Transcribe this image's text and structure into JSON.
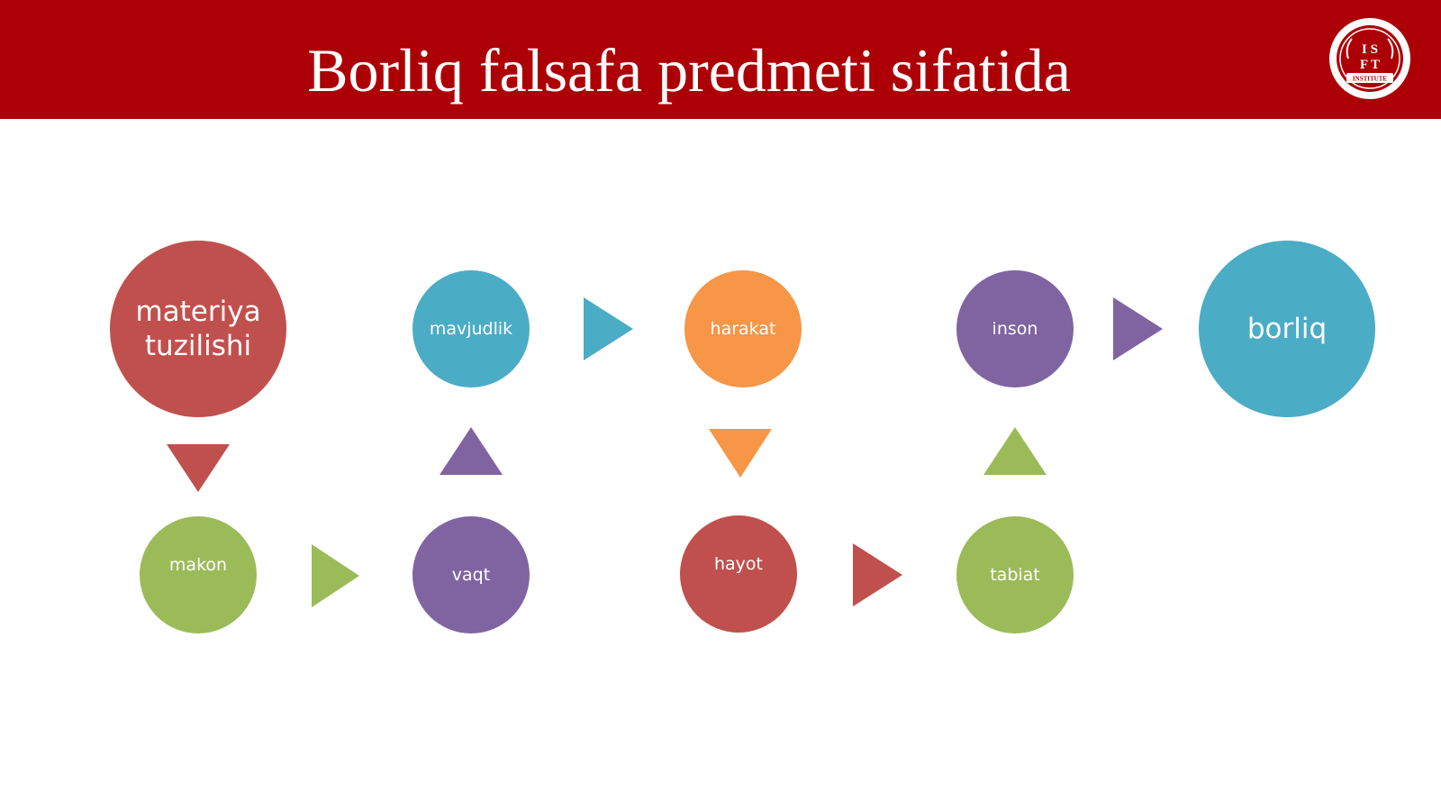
{
  "header": {
    "title": "Borliq falsafa predmeti sifatida",
    "logo_top": "I S",
    "logo_bottom": "F T",
    "logo_ribbon": "INSTITUTE"
  },
  "colors": {
    "header_bg": "#ad0006",
    "red": "#c0504d",
    "blue": "#4bacc6",
    "orange": "#f79646",
    "purple": "#8064a2",
    "green": "#9bbb59"
  },
  "nodes": {
    "materiya": "materiya tuzilishi",
    "makon": "makon",
    "vaqt": "vaqt",
    "mavjudlik": "mavjudlik",
    "harakat": "harakat",
    "hayot": "hayot",
    "tabiat": "tabiat",
    "inson": "inson",
    "borliq": "borliq"
  }
}
